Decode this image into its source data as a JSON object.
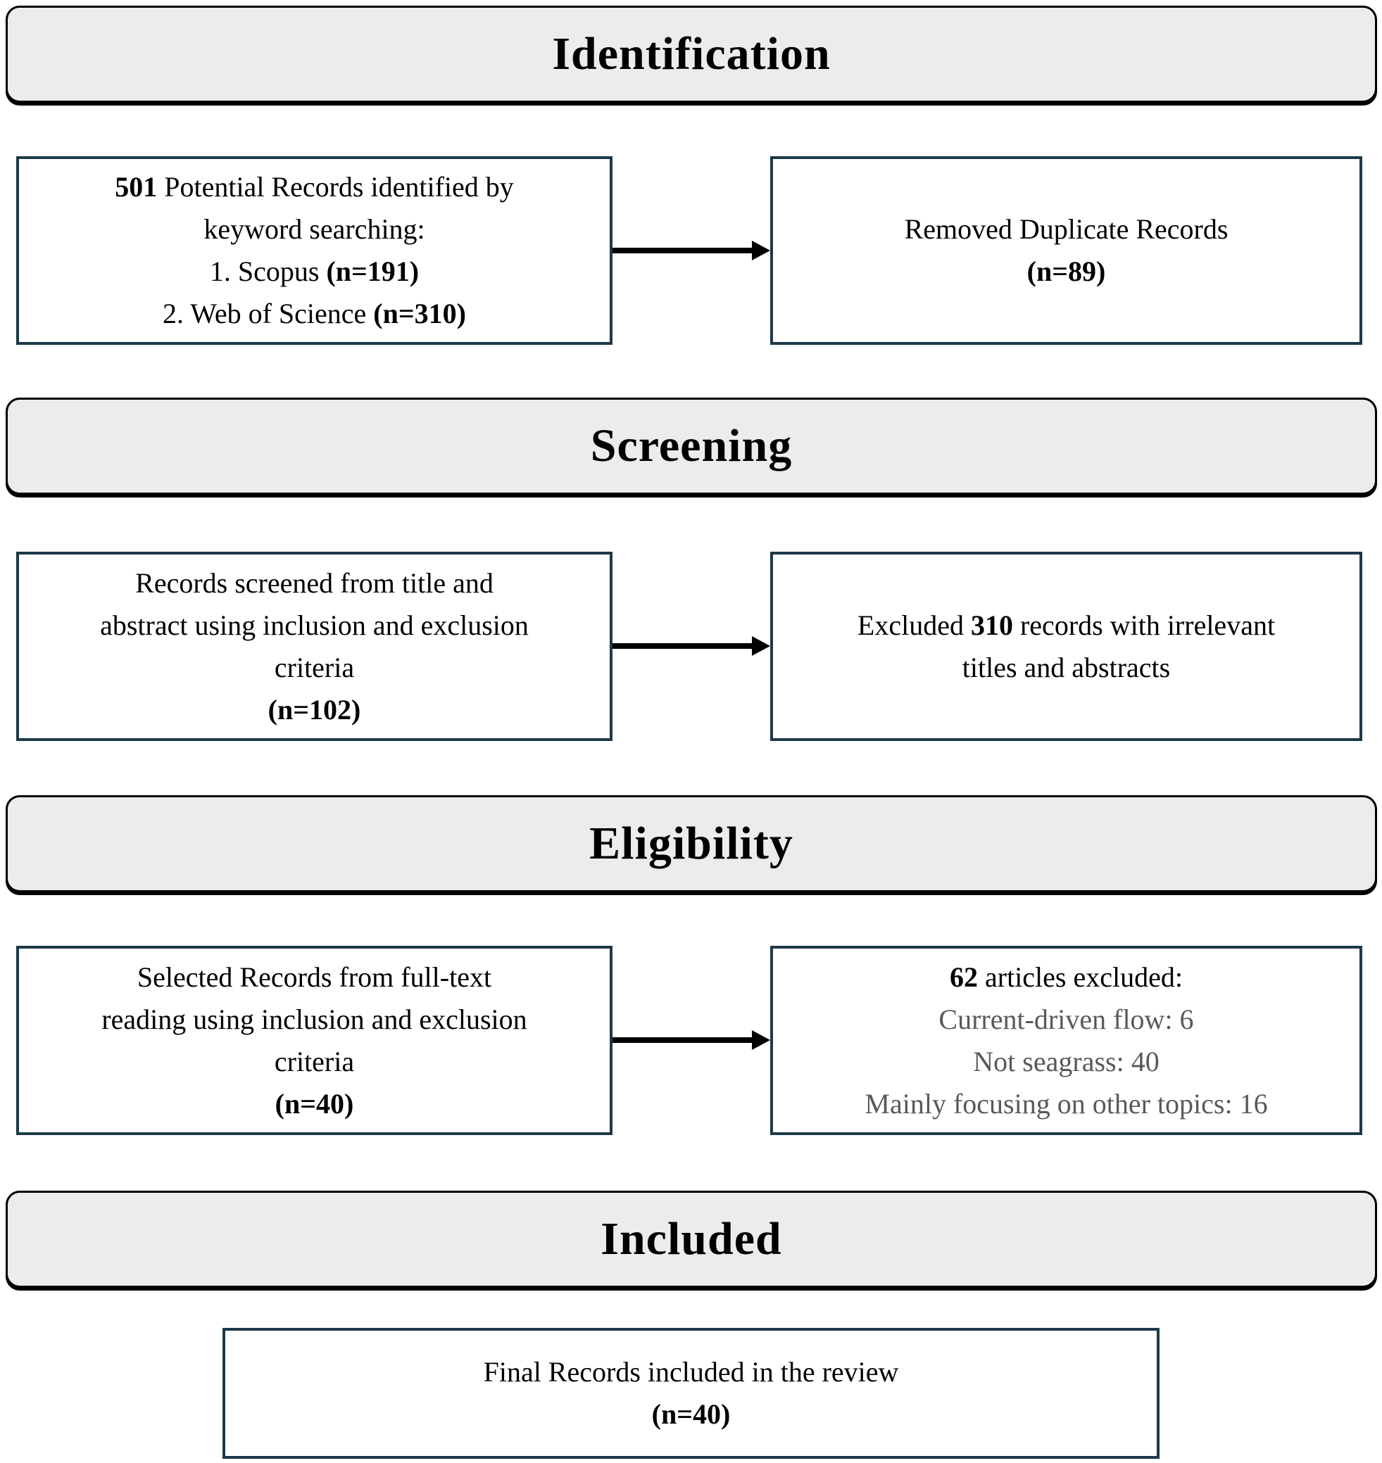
{
  "identification": {
    "header": "Identification",
    "records_box": {
      "count": "501",
      "line1_rest": " Potential Records identified by",
      "line2": "keyword searching:",
      "source1_label": "1. Scopus ",
      "source1_n": "(n=191)",
      "source2_label": "2. Web of Science ",
      "source2_n": "(n=310)"
    },
    "duplicates_box": {
      "line1": "Removed Duplicate Records",
      "n": "(n=89)"
    }
  },
  "screening": {
    "header": "Screening",
    "screened_box": {
      "line1": "Records screened from title and",
      "line2": "abstract using inclusion and exclusion",
      "line3": "criteria",
      "n": "(n=102)"
    },
    "excluded_box": {
      "line1_pre": "Excluded ",
      "count": "310",
      "line1_post": " records with irrelevant",
      "line2": "titles and abstracts"
    }
  },
  "eligibility": {
    "header": "Eligibility",
    "selected_box": {
      "line1": "Selected Records from full-text",
      "line2": "reading using inclusion and exclusion",
      "line3": "criteria",
      "n": "(n=40)"
    },
    "excluded_box": {
      "count": "62",
      "line1_rest": " articles excluded:",
      "reasons": [
        "Current-driven flow: 6",
        "Not seagrass: 40",
        "Mainly focusing on other topics: 16"
      ]
    }
  },
  "included": {
    "header": "Included",
    "final_box": {
      "line1": "Final Records included in the review",
      "n": "(n=40)"
    }
  },
  "colors": {
    "band_fill": "#ececec",
    "band_border": "#000000",
    "box_border": "#1d3948",
    "text_primary": "#000000",
    "text_secondary": "#595959",
    "arrow": "#000000"
  }
}
